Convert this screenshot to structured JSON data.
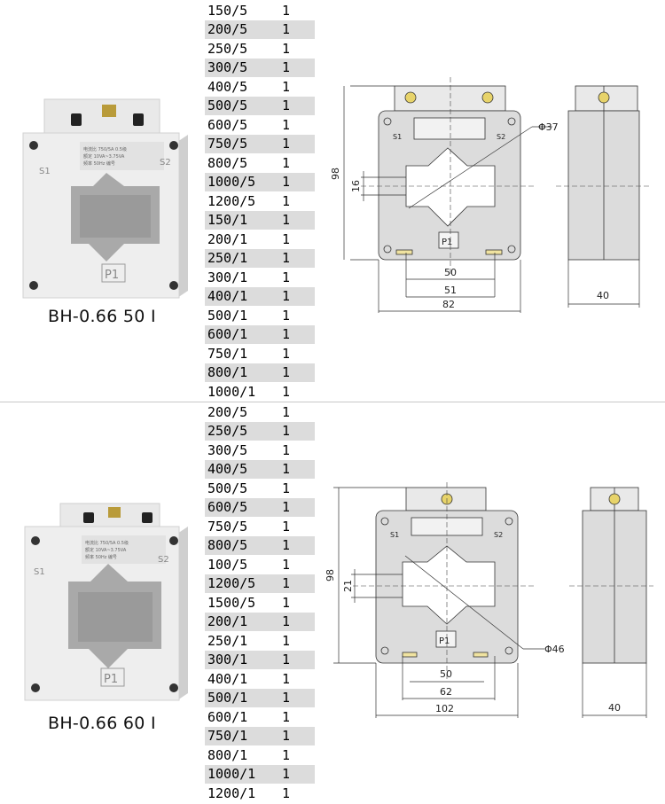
{
  "section_a": {
    "model": "BH-0.66 50 I",
    "rows": [
      [
        "150/5",
        "1"
      ],
      [
        "200/5",
        "1"
      ],
      [
        "250/5",
        "1"
      ],
      [
        "300/5",
        "1"
      ],
      [
        "400/5",
        "1"
      ],
      [
        "500/5",
        "1"
      ],
      [
        "600/5",
        "1"
      ],
      [
        "750/5",
        "1"
      ],
      [
        "800/5",
        "1"
      ],
      [
        "1000/5",
        "1"
      ],
      [
        "1200/5",
        "1"
      ],
      [
        "150/1",
        "1"
      ],
      [
        "200/1",
        "1"
      ],
      [
        "250/1",
        "1"
      ],
      [
        "300/1",
        "1"
      ],
      [
        "400/1",
        "1"
      ],
      [
        "500/1",
        "1"
      ],
      [
        "600/1",
        "1"
      ],
      [
        "750/1",
        "1"
      ],
      [
        "800/1",
        "1"
      ],
      [
        "1000/1",
        "1"
      ]
    ],
    "drawing": {
      "height_dim": "98",
      "window_dim": "16",
      "diameter_dim": "Φ37",
      "width_inner": "50",
      "width_mid": "51",
      "width_outer": "82",
      "depth_dim": "40",
      "s1": "S1",
      "s2": "S2",
      "p1": "P1"
    },
    "photo": {
      "s1": "S1",
      "s2": "S2",
      "p1": "P1"
    }
  },
  "section_b": {
    "model": "BH-0.66 60 I",
    "rows": [
      [
        "200/5",
        "1"
      ],
      [
        "250/5",
        "1"
      ],
      [
        "300/5",
        "1"
      ],
      [
        "400/5",
        "1"
      ],
      [
        "500/5",
        "1"
      ],
      [
        "600/5",
        "1"
      ],
      [
        "750/5",
        "1"
      ],
      [
        "800/5",
        "1"
      ],
      [
        "100/5",
        "1"
      ],
      [
        "1200/5",
        "1"
      ],
      [
        "1500/5",
        "1"
      ],
      [
        "200/1",
        "1"
      ],
      [
        "250/1",
        "1"
      ],
      [
        "300/1",
        "1"
      ],
      [
        "400/1",
        "1"
      ],
      [
        "500/1",
        "1"
      ],
      [
        "600/1",
        "1"
      ],
      [
        "750/1",
        "1"
      ],
      [
        "800/1",
        "1"
      ],
      [
        "1000/1",
        "1"
      ],
      [
        "1200/1",
        "1"
      ]
    ],
    "drawing": {
      "height_dim": "98",
      "window_dim": "21",
      "diameter_dim": "Φ46",
      "width_inner": "50",
      "width_mid": "62",
      "width_outer": "102",
      "depth_dim": "40",
      "s1": "S1",
      "s2": "S2",
      "p1": "P1"
    },
    "photo": {
      "s1": "S1",
      "s2": "S2",
      "p1": "P1"
    }
  }
}
